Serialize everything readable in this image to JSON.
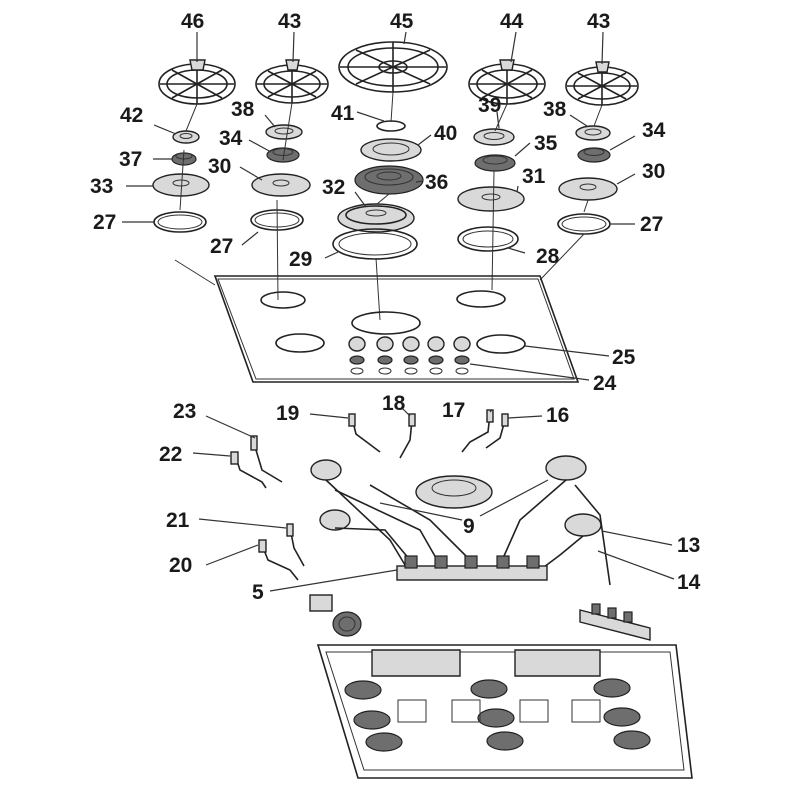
{
  "labels": {
    "l46": "46",
    "l43a": "43",
    "l45": "45",
    "l44": "44",
    "l43b": "43",
    "l42": "42",
    "l38a": "38",
    "l41": "41",
    "l39": "39",
    "l38b": "38",
    "l34a": "34",
    "l40": "40",
    "l35": "35",
    "l34b": "34",
    "l37": "37",
    "l36": "36",
    "l33": "33",
    "l30a": "30",
    "l32": "32",
    "l31": "31",
    "l30b": "30",
    "l27a": "27",
    "l27b": "27",
    "l29": "29",
    "l28": "28",
    "l27c": "27",
    "l25": "25",
    "l24": "24",
    "l23": "23",
    "l19": "19",
    "l18": "18",
    "l17": "17",
    "l16": "16",
    "l22": "22",
    "l21": "21",
    "l20": "20",
    "l9": "9",
    "l13": "13",
    "l14": "14",
    "l5": "5"
  }
}
